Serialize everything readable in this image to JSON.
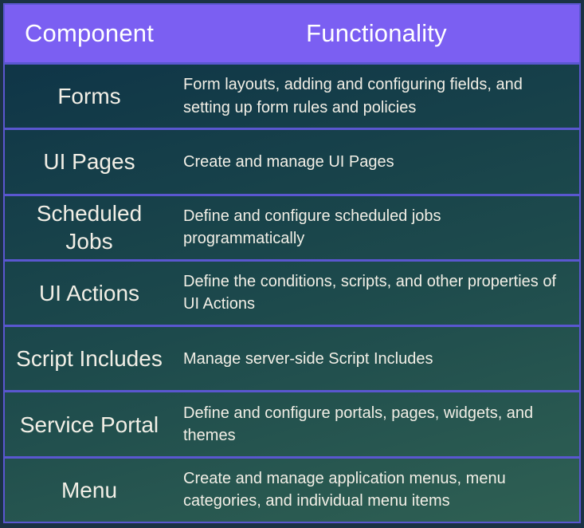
{
  "theme": {
    "header_bg": "#7b5ff2",
    "grid": "#5a57d0",
    "frame": "#1a3244",
    "grad_top": "#0f3547",
    "grad_mid": "#1d4a4c",
    "grad_bottom": "#2f6053",
    "header_text": "#ffffff",
    "body_text": "#f2efe6"
  },
  "table": {
    "columns": [
      {
        "label": "Component"
      },
      {
        "label": "Functionality"
      }
    ],
    "rows": [
      {
        "component": "Forms",
        "functionality": "Form layouts, adding and configuring fields, and setting up form rules and policies"
      },
      {
        "component": "UI Pages",
        "functionality": "Create and manage UI Pages"
      },
      {
        "component": "Scheduled Jobs",
        "functionality": "Define and configure scheduled jobs programmatically"
      },
      {
        "component": "UI Actions",
        "functionality": "Define the conditions, scripts, and other properties of UI Actions"
      },
      {
        "component": "Script Includes",
        "functionality": "Manage server-side Script Includes"
      },
      {
        "component": "Service Portal",
        "functionality": "Define and configure portals, pages, widgets, and themes"
      },
      {
        "component": "Menu",
        "functionality": "Create and manage application menus, menu categories, and individual menu items"
      }
    ]
  }
}
